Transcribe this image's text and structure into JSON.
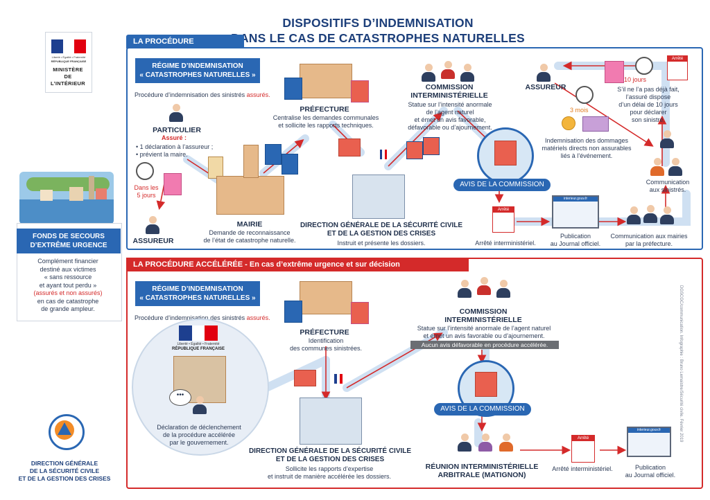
{
  "title": {
    "line1": "DISPOSITIFS D’INDEMNISATION",
    "line2": "DANS LE CAS DE CATASTROPHES NATURELLES"
  },
  "logo": {
    "tiny1": "Liberté • Égalité • Fraternité",
    "tiny2": "RÉPUBLIQUE FRANÇAISE",
    "ministry_line1": "MINISTÈRE",
    "ministry_line2": "DE",
    "ministry_line3": "L’INTÉRIEUR"
  },
  "fonds": {
    "banner1": "FONDS DE SECOURS",
    "banner2": "D’EXTRÊME URGENCE",
    "t1": "Complément financier",
    "t2": "destiné aux victimes",
    "t3": "« sans ressource",
    "t4": "et ayant tout perdu »",
    "t5": "(assurés et non assurés)",
    "t6": "en cas de catastrophe",
    "t7": "de grande ampleur."
  },
  "footer_logo": {
    "l1": "DIRECTION GÉNÉRALE",
    "l2": "DE LA SÉCURITÉ CIVILE",
    "l3": "ET DE LA GESTION DES CRISES"
  },
  "ordinary": {
    "tab": "LA PROCÉDURE ORDINAIRE.",
    "regime1": "RÉGIME D’INDEMNISATION",
    "regime2": "« CATASTROPHES NATURELLES »",
    "regime_desc": "Procédure d’indemnisation des sinistrés ",
    "regime_desc_hl": "assurés.",
    "particulier": "PARTICULIER",
    "assure": "Assuré :",
    "p1": "• 1 déclaration à l’assureur ;",
    "p2": "• prévient la maire.",
    "dans1": "Dans les",
    "dans2": "5 jours",
    "assureur_left": "ASSUREUR",
    "mairie": "MAIRIE",
    "mairie_desc1": "Demande de reconnaissance",
    "mairie_desc2": "de l’état de catastrophe naturelle.",
    "prefecture": "PRÉFECTURE",
    "pref_desc1": "Centralise les demandes communales",
    "pref_desc2": "et sollicite les rapports techniques.",
    "dgscgc1": "DIRECTION GÉNÉRALE DE LA SÉCURITÉ CIVILE",
    "dgscgc2": "ET DE LA GESTION DES CRISES",
    "dgscgc_desc": "Instruit et présente les dossiers.",
    "commission1": "COMMISSION",
    "commission2": "INTERMINISTÉRIELLE",
    "comm_d1": "Statue sur l’intensité anormale",
    "comm_d2": "de l’agent naturel",
    "comm_d3": "et émet un avis favorable,",
    "comm_d4": "défavorable ou d’ajournement.",
    "avis": "AVIS DE LA COMMISSION",
    "arrete_label": "Arrêté",
    "arrete_desc": "Arrêté interministériel.",
    "site": "interieur.gouv.fr",
    "publication1": "Publication",
    "publication2": "au Journal officiel.",
    "communication_mairies1": "Communication aux mairies",
    "communication_mairies2": "par la préfecture.",
    "communication_sinistres1": "Communication",
    "communication_sinistres2": "aux sinistrés.",
    "assureur_right": "ASSUREUR",
    "dix_jours": "10 jours",
    "si1": "S’il ne l’a pas déjà fait,",
    "si2": "l’assuré dispose",
    "si3": "d’un délai de 10 jours",
    "si4": "pour déclarer",
    "si5": "son sinistre.",
    "trois_mois": "3 mois",
    "indem1": "Indemnisation des dommages",
    "indem2": "matériels directs non assurables",
    "indem3": "liés à l’événement."
  },
  "accelerated": {
    "tab": "LA PROCÉDURE ACCÉLÉRÉE - En cas d’extrême urgence et sur décision gouvernementale.",
    "regime1": "RÉGIME D’INDEMNISATION",
    "regime2": "« CATASTROPHES NATURELLES »",
    "regime_desc": "Procédure d’indemnisation des sinistrés ",
    "regime_desc_hl": "assurés.",
    "rf_tiny": "Liberté • Égalité • Fraternité",
    "rf": "RÉPUBLIQUE FRANÇAISE",
    "decl1": "Déclaration de déclenchement",
    "decl2": "de la procédure accélérée",
    "decl3": "par le gouvernement.",
    "prefecture": "PRÉFECTURE",
    "pref_desc1": "Identification",
    "pref_desc2": "des communes sinistrées.",
    "dgscgc1": "DIRECTION GÉNÉRALE DE LA SÉCURITÉ CIVILE",
    "dgscgc2": "ET DE LA GESTION DES CRISES",
    "dgscgc_desc1": "Sollicite les rapports d’expertise",
    "dgscgc_desc2": "et instruit de manière accélérée les dossiers.",
    "commission1": "COMMISSION",
    "commission2": "INTERMINISTÉRIELLE",
    "comm_d1": "Statue sur l’intensité anormale de l’agent naturel",
    "comm_d2": "et émet un avis favorable ou d’ajournement.",
    "note": "Aucun avis défavorable en procédure accélérée.",
    "avis": "AVIS DE LA COMMISSION",
    "reunion1": "RÉUNION INTERMINISTÉRIELLE",
    "reunion2": "ARBITRALE (MATIGNON)",
    "arrete_label": "Arrêté",
    "arrete_desc": "Arrêté interministériel.",
    "site": "interieur.gouv.fr",
    "publication1": "Publication",
    "publication2": "au Journal officiel.",
    "credit": "DGSCGC/communication. Infographie : Bruno Lemaistre/Sécurité civile. Février 2019"
  },
  "colors": {
    "blue": "#2a67b3",
    "red": "#d42a2a",
    "pale_blue": "#cfe0f2"
  }
}
